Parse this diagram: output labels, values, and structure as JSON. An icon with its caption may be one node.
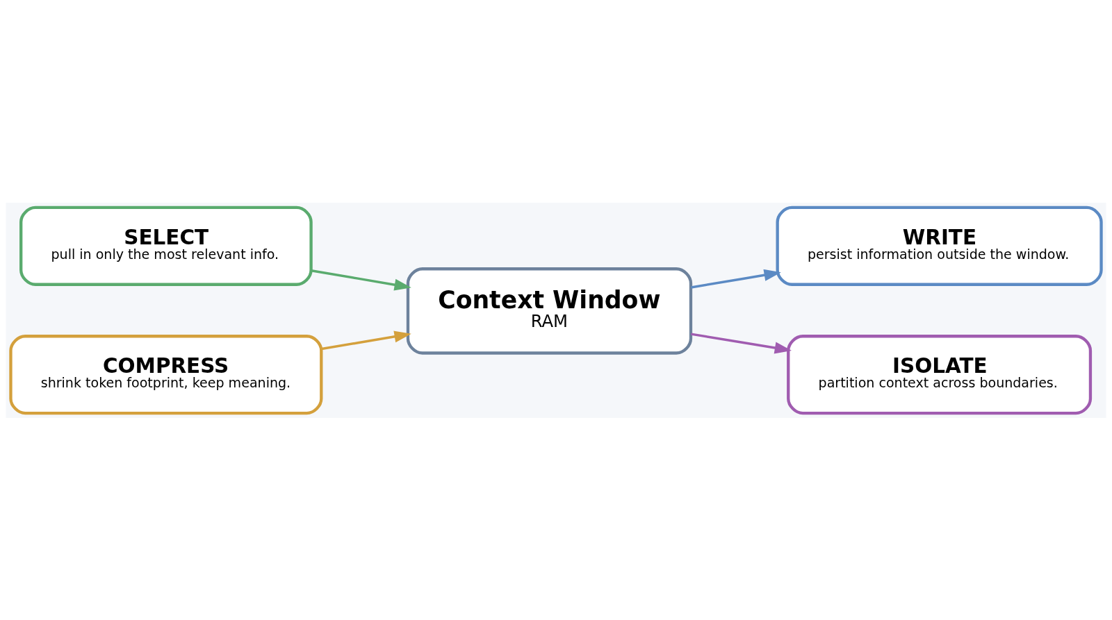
{
  "diagram": {
    "nodes": [
      {
        "text": [
          "WRITE",
          "persist information outside the window."
        ]
      },
      {
        "text": [
          "SELECT",
          "pull in only the most relevant info."
        ]
      },
      {
        "text": [
          "Context Window",
          "RAM"
        ]
      },
      {
        "text": [
          "COMPRESS",
          "shrink token footprint, keep meaning."
        ]
      },
      {
        "text": [
          "ISOLATE",
          "partition context across boundaries."
        ]
      }
    ],
    "edges": [
      {
        "from": 2,
        "to": 0,
        "arrow": "to",
        "color": "#5b8ac4"
      },
      {
        "from": 1,
        "to": 2,
        "arrow": "to",
        "color": "#5aab6e"
      },
      {
        "from": 3,
        "to": 2,
        "arrow": "to",
        "color": "#d4a03c"
      },
      {
        "from": 2,
        "to": 4,
        "arrow": "to",
        "color": "#a05cb0"
      }
    ]
  }
}
